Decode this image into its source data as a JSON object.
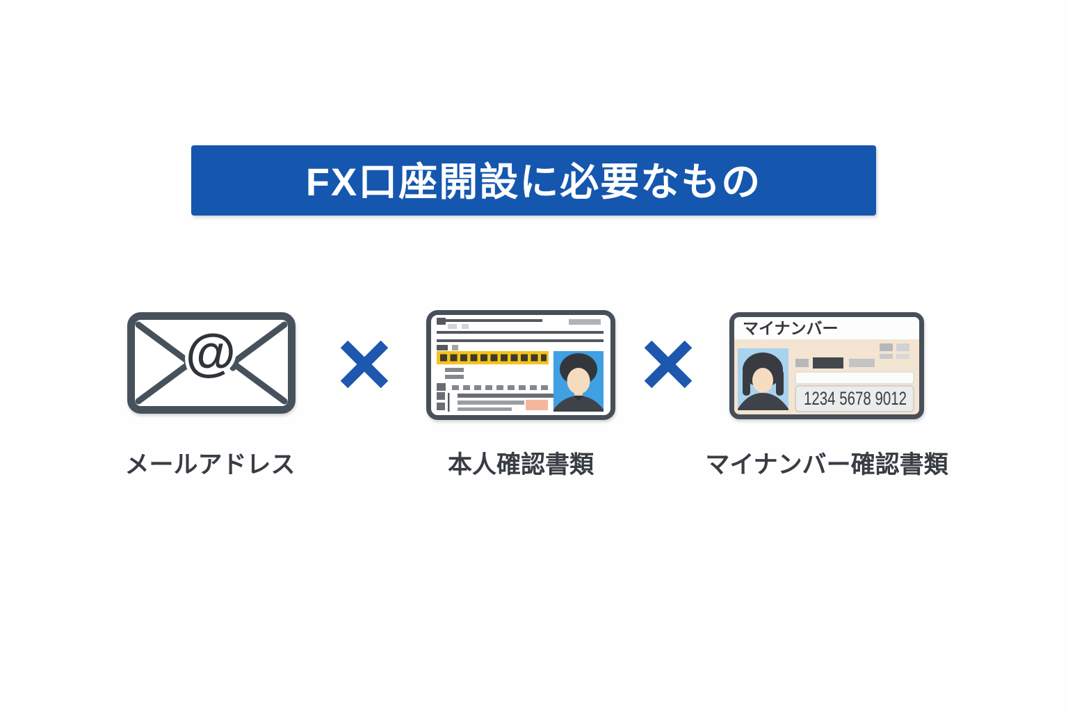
{
  "header": {
    "title": "FX口座開設に必要なもの",
    "bg_color": "#1557ae",
    "text_color": "#ffffff"
  },
  "items": [
    {
      "id": "email",
      "label": "メールアドレス",
      "icon": "email-envelope-icon",
      "at_symbol": "@",
      "colors": {
        "outline": "#47515c",
        "at_symbol": "#2f343a"
      }
    },
    {
      "id": "identity-document",
      "label": "本人確認書類",
      "icon": "id-card-icon",
      "colors": {
        "border": "#474f59",
        "highlight_band": "#f4c41d",
        "photo_background": "#3fa0e2",
        "stamp_accent": "#f4b79d"
      }
    },
    {
      "id": "mynumber-document",
      "label": "マイナンバー確認書類",
      "icon": "mynumber-card-icon",
      "card_title": "マイナンバー",
      "card_number": "1234 5678 9012",
      "colors": {
        "border": "#474f59",
        "card_body": "#f4e4d2",
        "photo_background": "#a8d3ee",
        "number_box": "#ebecec"
      }
    }
  ],
  "separators": [
    {
      "icon": "multiply-icon",
      "symbol": "×",
      "color": "#1e57ae"
    },
    {
      "icon": "multiply-icon",
      "symbol": "×",
      "color": "#1e57ae"
    }
  ],
  "caption_color": "#383d44",
  "background": "#ffffff"
}
